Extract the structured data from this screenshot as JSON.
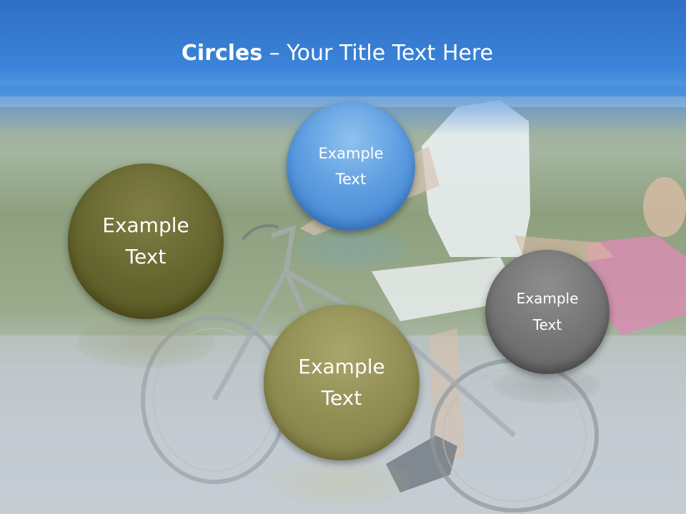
{
  "slide": {
    "title_bold": "Circles",
    "title_rest": " – Your Title Text Here"
  },
  "circles": [
    {
      "label": "Example\nText",
      "color": "#5e9ee0"
    },
    {
      "label": "Example\nText",
      "color": "#65652f"
    },
    {
      "label": "Example\nText",
      "color": "#8f8c52"
    },
    {
      "label": "Example\nText",
      "color": "#737373"
    }
  ],
  "colors": {
    "header_blue": "#3b84d9",
    "title_text": "#ffffff"
  }
}
